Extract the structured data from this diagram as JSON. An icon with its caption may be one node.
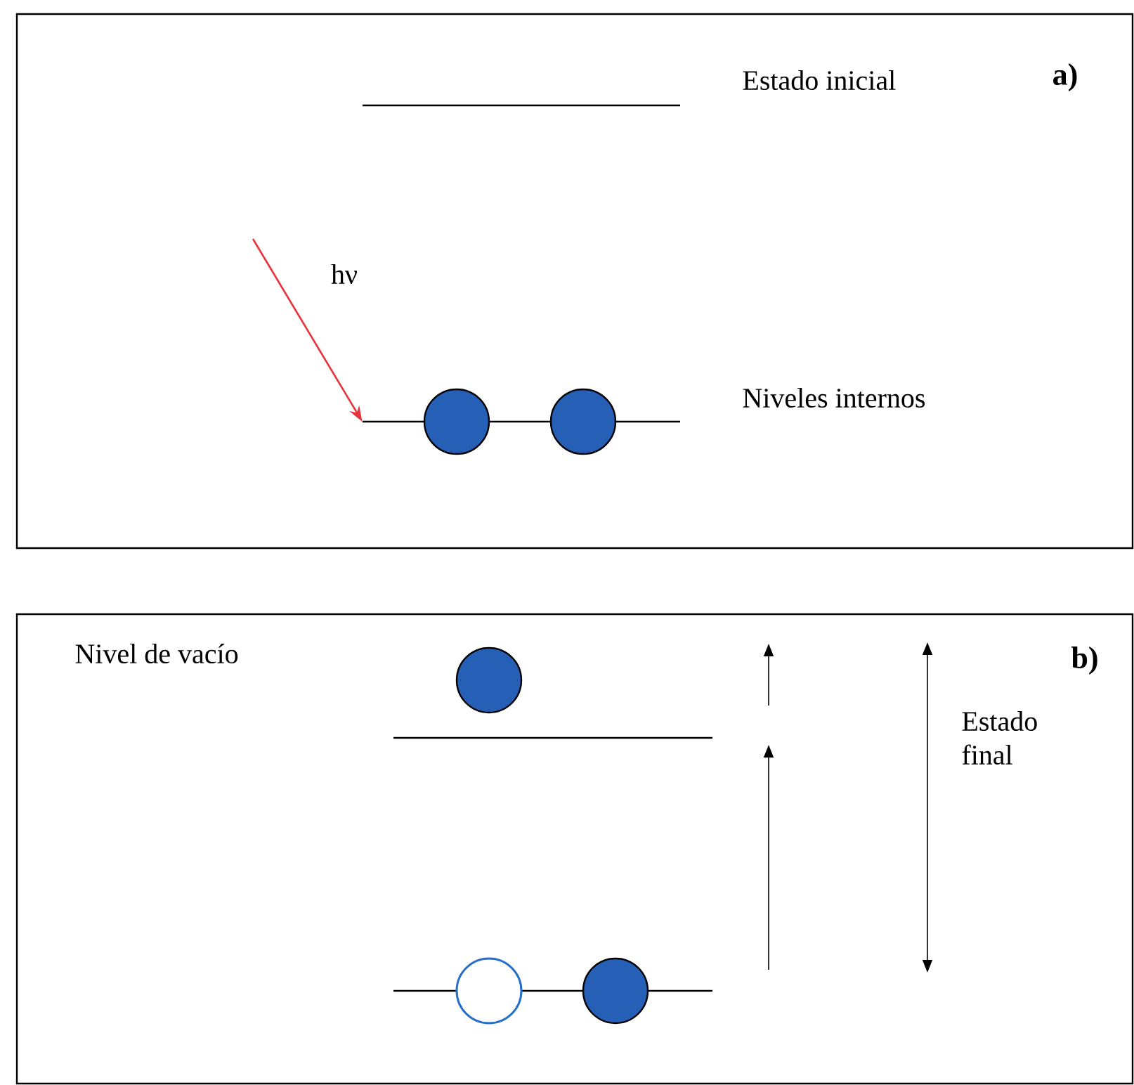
{
  "diagram": {
    "nodes": [
      {
        "text": [
          "a)"
        ]
      },
      {
        "text": [],
        "shape": "bar",
        "beside": [
          "Estado inicial"
        ],
        "in": 0
      },
      {
        "text": [],
        "shape": "bar",
        "beside": [
          "Niveles internos"
        ],
        "in": 0
      },
      {
        "text": [],
        "shape": "circle",
        "in": 0
      },
      {
        "text": [],
        "shape": "circle",
        "in": 0
      },
      {
        "text": [
          "b)"
        ]
      },
      {
        "text": [],
        "shape": "circle",
        "in": 5
      },
      {
        "text": [],
        "shape": "bar",
        "in": 5
      },
      {
        "text": [],
        "shape": "bar",
        "in": 5
      },
      {
        "text": [],
        "shape": "circle",
        "in": 5
      },
      {
        "text": [],
        "shape": "circle",
        "in": 5
      }
    ],
    "edges": [
      {
        "from": null,
        "to": 2,
        "arrow": "to",
        "label": "hν",
        "color": "#e8323c"
      }
    ],
    "labels": [
      "Nivel de vacío",
      "Estado final"
    ]
  }
}
